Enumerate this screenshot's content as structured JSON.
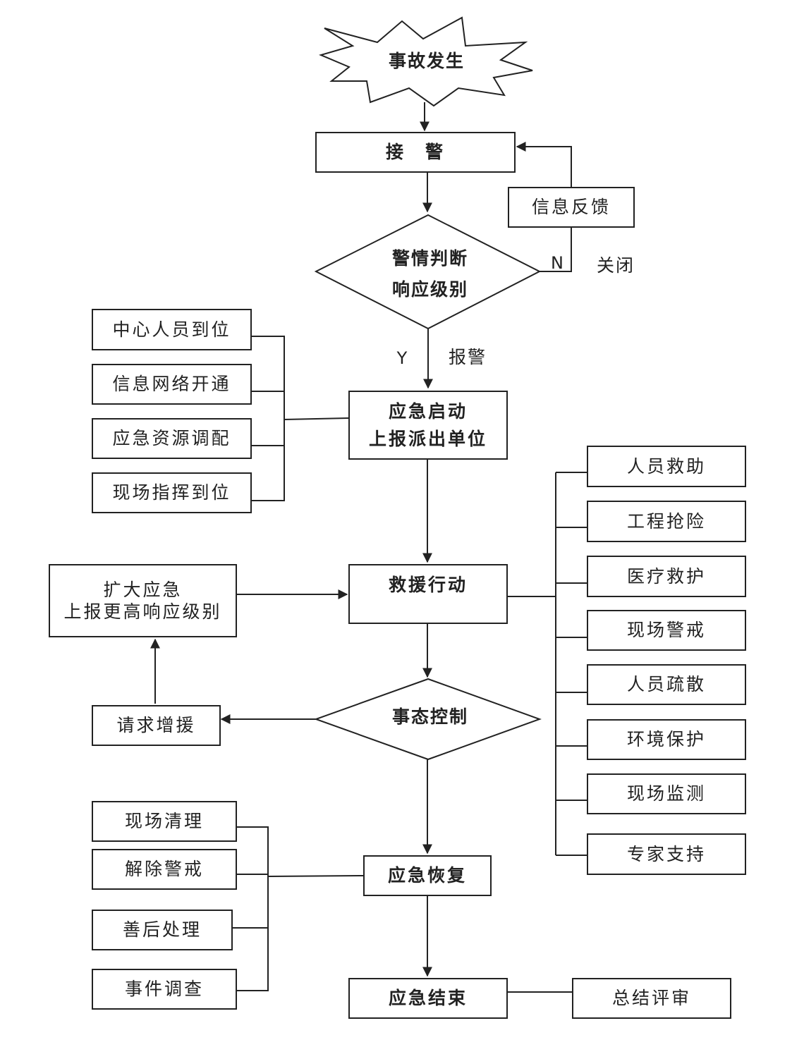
{
  "start": "事故发生",
  "receive": "接　警",
  "feedback": "信息反馈",
  "judge": {
    "line1": "警情判断",
    "line2": "响应级别"
  },
  "no_label": "N",
  "close_label": "关闭",
  "yes_label": "Y",
  "report_label": "报警",
  "start_response": {
    "line1": "应急启动",
    "line2": "上报派出单位"
  },
  "left_tasks": [
    "中心人员到位",
    "信息网络开通",
    "应急资源调配",
    "现场指挥到位"
  ],
  "rescue": "救援行动",
  "expand": {
    "line1": "扩大应急",
    "line2": "上报更高响应级别"
  },
  "right_tasks": [
    "人员救助",
    "工程抢险",
    "医疗救护",
    "现场警戒",
    "人员疏散",
    "环境保护",
    "现场监测",
    "专家支持"
  ],
  "control": "事态控制",
  "request": "请求增援",
  "recovery": "应急恢复",
  "recovery_tasks": [
    "现场清理",
    "解除警戒",
    "善后处理",
    "事件调查"
  ],
  "end": "应急结束",
  "review": "总结评审"
}
